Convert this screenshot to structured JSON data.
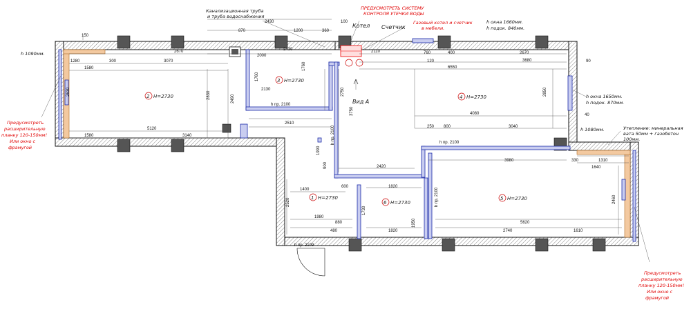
{
  "rooms": [
    {
      "num": "1",
      "h": "H=2730"
    },
    {
      "num": "2",
      "h": "H=2730"
    },
    {
      "num": "3",
      "h": "H=2730"
    },
    {
      "num": "4",
      "h": "H=2730"
    },
    {
      "num": "5",
      "h": "H=2730"
    },
    {
      "num": "6",
      "h": "H=2730"
    }
  ],
  "red_notes": {
    "leak": [
      "ПРЕДУСМОТРЕТЬ СИСТЕМУ",
      "КОНТРОЛЯ УТЕЧКИ ВОДЫ"
    ],
    "boiler": [
      "Газовый котел и счетчик",
      "в мебели."
    ],
    "left": [
      "Предусмотреть",
      "расширительную",
      "планку 120-150мм!",
      "Или окно с",
      "фрамугой"
    ],
    "right": [
      "Предусмотреть",
      "расширительную",
      "планку 120-150мм!",
      "Или окно с",
      "фрамугой"
    ]
  },
  "notes": {
    "sewer": [
      "Канализационная труба",
      "и труба водоснабжения"
    ],
    "boiler": "Котел",
    "meter": "Счетчик",
    "view": "Вид А",
    "win_top": [
      "h окна 1660мм.",
      "h подок. 840мм."
    ],
    "win_right": [
      "h окна 1650мм.",
      "h подок. 870мм."
    ],
    "h1090": "h 1090мм.",
    "h1080": "h 1080мм.",
    "insulation": [
      "Утепление: минеральная",
      "вата 50мм + газобетон",
      "100мм."
    ],
    "door_h": "h пр. 2100",
    "door_h2": "h пр. 2100",
    "door_h3": "h пр. 2100",
    "door_h4": "h пр. 2100",
    "door_h5": "h пр. 2109"
  },
  "dims": {
    "d2430": "2430",
    "d870": "870",
    "d1200": "1200",
    "d360": "360",
    "d100": "100",
    "d150": "150",
    "d2670": "2670",
    "d1280": "1280",
    "d300": "300",
    "d3070": "3070",
    "d1580": "1580",
    "d2000": "2000",
    "d2430b": "2430",
    "d2110": "2110",
    "d760": "760",
    "d400": "400",
    "d2670b": "2670",
    "d90": "90",
    "d120": "120",
    "d3680": "3680",
    "d6550": "6550",
    "d1760": "1760",
    "d1760b": "1760",
    "d2130": "2130",
    "d2830": "2830",
    "d2490": "2490",
    "d2750": "2750",
    "d3750": "3750",
    "d2850": "2850",
    "d4080": "4080",
    "d3040": "3040",
    "d800": "800",
    "d250": "250",
    "d5120": "5120",
    "d3140": "3140",
    "d1580b": "1580",
    "d2510": "2510",
    "d1990": "1990",
    "d900": "900",
    "d2420": "2420",
    "d3980": "3980",
    "d1310": "1310",
    "d330": "330",
    "d1640": "1640",
    "d1820": "1820",
    "d1400": "1400",
    "d600": "600",
    "d1980": "1980",
    "d880": "880",
    "d480": "480",
    "d2740": "2740",
    "d5620": "5620",
    "d1610": "1610",
    "d2460": "2460",
    "d1730": "1730",
    "d1950": "1950",
    "d2520": "2520",
    "d1820b": "1820",
    "d2630": "2630",
    "d40": "40"
  }
}
